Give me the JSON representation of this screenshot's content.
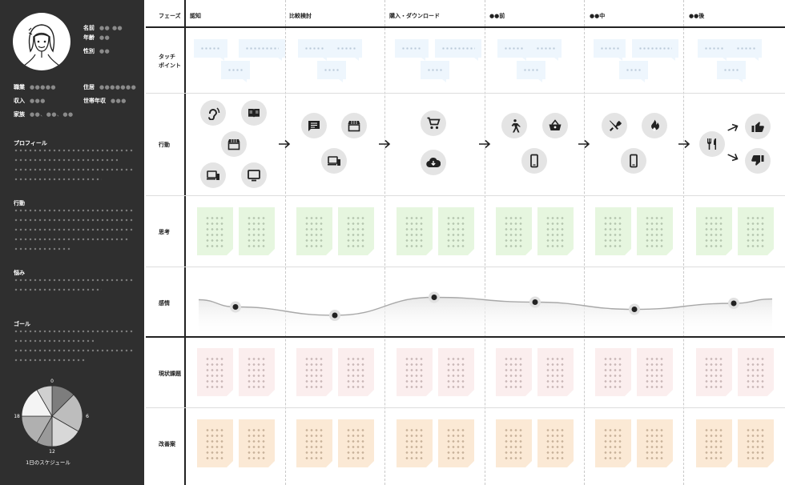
{
  "profile": {
    "fields": [
      {
        "label": "名前",
        "value": "●● ●●"
      },
      {
        "label": "年齢",
        "value": "●●"
      },
      {
        "label": "性別",
        "value": "●●"
      }
    ],
    "details": [
      {
        "label": "職業",
        "value": "●●●●●"
      },
      {
        "label": "住居",
        "value": "●●●●●●●"
      },
      {
        "label": "収入",
        "value": "●●●"
      },
      {
        "label": "世帯年収",
        "value": "●●●"
      },
      {
        "label": "家族",
        "value": "●●、●●、●●"
      }
    ],
    "sections": [
      "プロフィール",
      "行動",
      "悩み",
      "ゴール"
    ],
    "schedule_caption": "1日のスケジュール",
    "clock_labels": [
      "0",
      "6",
      "12",
      "18"
    ],
    "clock_segments": [
      {
        "from": 0,
        "to": 3,
        "color": "#7d7d7d"
      },
      {
        "from": 3,
        "to": 8,
        "color": "#bdbdbd"
      },
      {
        "from": 8,
        "to": 12,
        "color": "#d8d8d8"
      },
      {
        "from": 12,
        "to": 14,
        "color": "#9a9a9a"
      },
      {
        "from": 14,
        "to": 18,
        "color": "#b0b0b0"
      },
      {
        "from": 18,
        "to": 22,
        "color": "#f4f4f4"
      },
      {
        "from": 22,
        "to": 24,
        "color": "#d0d0d0"
      }
    ]
  },
  "grid": {
    "header_label": "フェーズ",
    "phases": [
      "認知",
      "比較検討",
      "購入・ダウンロード",
      "●●前",
      "●●中",
      "●●後"
    ],
    "rows": [
      "タッチ\nポイント",
      "行動",
      "思考",
      "感情",
      "現状課題",
      "改善案"
    ]
  },
  "actions": [
    {
      "phase": 0,
      "icons": [
        "ear-icon",
        "book-icon",
        "store-icon",
        "devices-icon",
        "tv-icon"
      ]
    },
    {
      "phase": 1,
      "icons": [
        "chat-icon",
        "store-icon",
        "devices-icon"
      ]
    },
    {
      "phase": 2,
      "icons": [
        "cart-icon",
        "download-icon"
      ]
    },
    {
      "phase": 3,
      "icons": [
        "walk-icon",
        "basket-icon",
        "phone-icon"
      ]
    },
    {
      "phase": 4,
      "icons": [
        "dining-icon",
        "fire-icon",
        "phone-icon"
      ]
    },
    {
      "phase": 5,
      "icons": [
        "restaurant-icon",
        "thumbs-up-icon",
        "thumbs-down-icon"
      ]
    }
  ],
  "emotion_curve": {
    "levels": [
      0.55,
      0.2,
      0.95,
      0.75,
      0.45,
      0.7
    ]
  },
  "colors": {
    "sidebar": "#2f2f2f",
    "touchpoint": "#eef6fd",
    "thinking": "#e6f6df",
    "issues": "#fbeeee",
    "improvements": "#fbe9d5"
  }
}
